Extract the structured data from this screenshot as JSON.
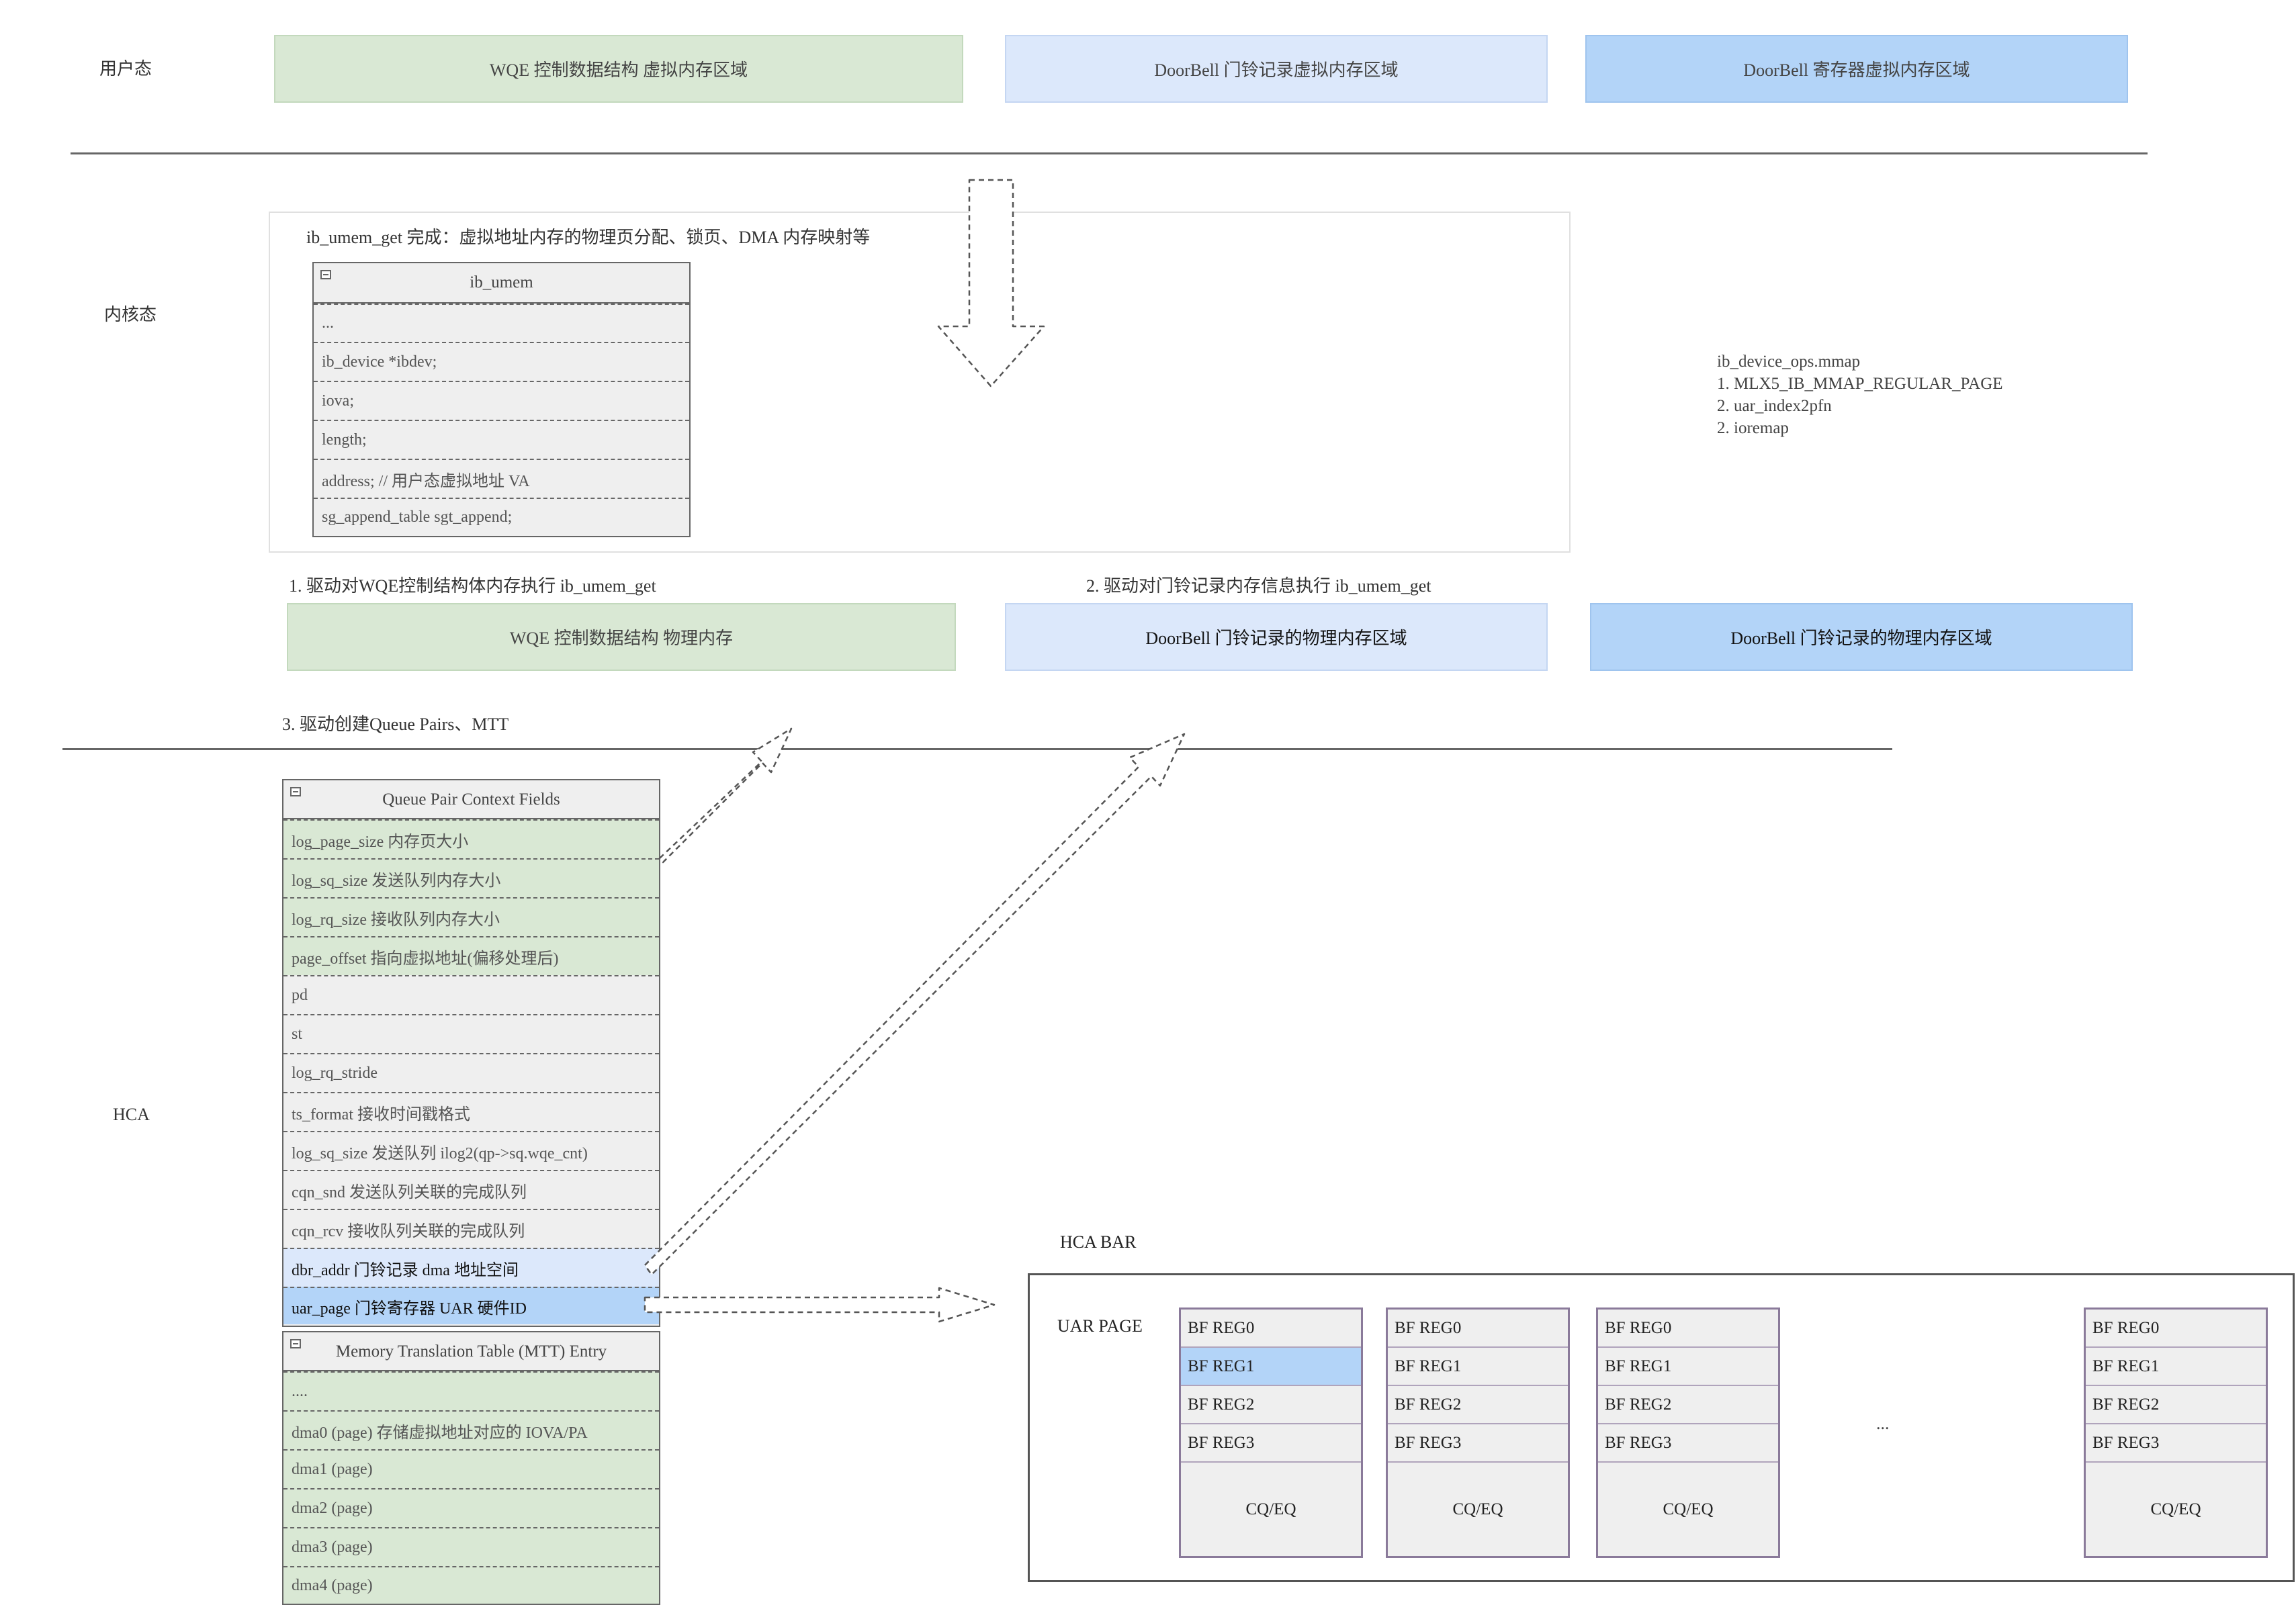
{
  "labels": {
    "user_mode": "用户态",
    "kernel_mode": "内核态",
    "hca": "HCA"
  },
  "user_regions": [
    "WQE 控制数据结构 虚拟内存区域",
    "DoorBell 门铃记录虚拟内存区域",
    "DoorBell 寄存器虚拟内存区域"
  ],
  "kernel": {
    "umem_note": "ib_umem_get 完成：虚拟地址内存的物理页分配、锁页、DMA 内存映射等",
    "ib_umem": {
      "title": "ib_umem",
      "fields": [
        "...",
        "ib_device *ibdev;",
        "iova;",
        "length;",
        "address; // 用户态虚拟地址 VA",
        "sg_append_table sgt_append;"
      ]
    },
    "mmap_note": [
      "ib_device_ops.mmap",
      "1. MLX5_IB_MMAP_REGULAR_PAGE",
      "2. uar_index2pfn",
      "2. ioremap"
    ],
    "step1": "1. 驱动对WQE控制结构体内存执行 ib_umem_get",
    "step2": "2. 驱动对门铃记录内存信息执行 ib_umem_get",
    "physical_regions": [
      "WQE 控制数据结构 物理内存",
      "DoorBell 门铃记录的物理内存区域",
      "DoorBell 门铃记录的物理内存区域"
    ],
    "step3": "3. 驱动创建Queue Pairs、MTT"
  },
  "qp_context": {
    "title": "Queue Pair Context Fields",
    "fields": [
      "log_page_size 内存页大小",
      "log_sq_size 发送队列内存大小",
      "log_rq_size 接收队列内存大小",
      "page_offset 指向虚拟地址(偏移处理后)",
      "pd",
      "st",
      "log_rq_stride",
      "ts_format 接收时间戳格式",
      "log_sq_size 发送队列 ilog2(qp->sq.wqe_cnt)",
      "cqn_snd 发送队列关联的完成队列",
      "cqn_rcv 接收队列关联的完成队列",
      "dbr_addr 门铃记录 dma 地址空间",
      "uar_page 门铃寄存器 UAR  硬件ID"
    ]
  },
  "mtt": {
    "title": "Memory Translation Table (MTT) Entry",
    "fields": [
      "....",
      "dma0 (page) 存储虚拟地址对应的 IOVA/PA",
      "dma1 (page)",
      "dma2 (page)",
      "dma3 (page)",
      "dma4 (page)"
    ]
  },
  "hca_bar": {
    "title": "HCA BAR",
    "uar_page_label": "UAR PAGE",
    "ellipsis": "...",
    "columns": [
      {
        "regs": [
          "BF REG0",
          "BF REG1",
          "BF REG2",
          "BF REG3"
        ],
        "cq": "CQ/EQ"
      },
      {
        "regs": [
          "BF REG0",
          "BF REG1",
          "BF REG2",
          "BF REG3"
        ],
        "cq": "CQ/EQ"
      },
      {
        "regs": [
          "BF REG0",
          "BF REG1",
          "BF REG2",
          "BF REG3"
        ],
        "cq": "CQ/EQ"
      },
      {
        "regs": [
          "BF REG0",
          "BF REG1",
          "BF REG2",
          "BF REG3"
        ],
        "cq": "CQ/EQ"
      }
    ]
  },
  "colors": {
    "green": "#d9e8d4",
    "light_blue": "#dce8fb",
    "blue": "#b3d4f8",
    "highlight_reg": "#b3d4f8"
  }
}
